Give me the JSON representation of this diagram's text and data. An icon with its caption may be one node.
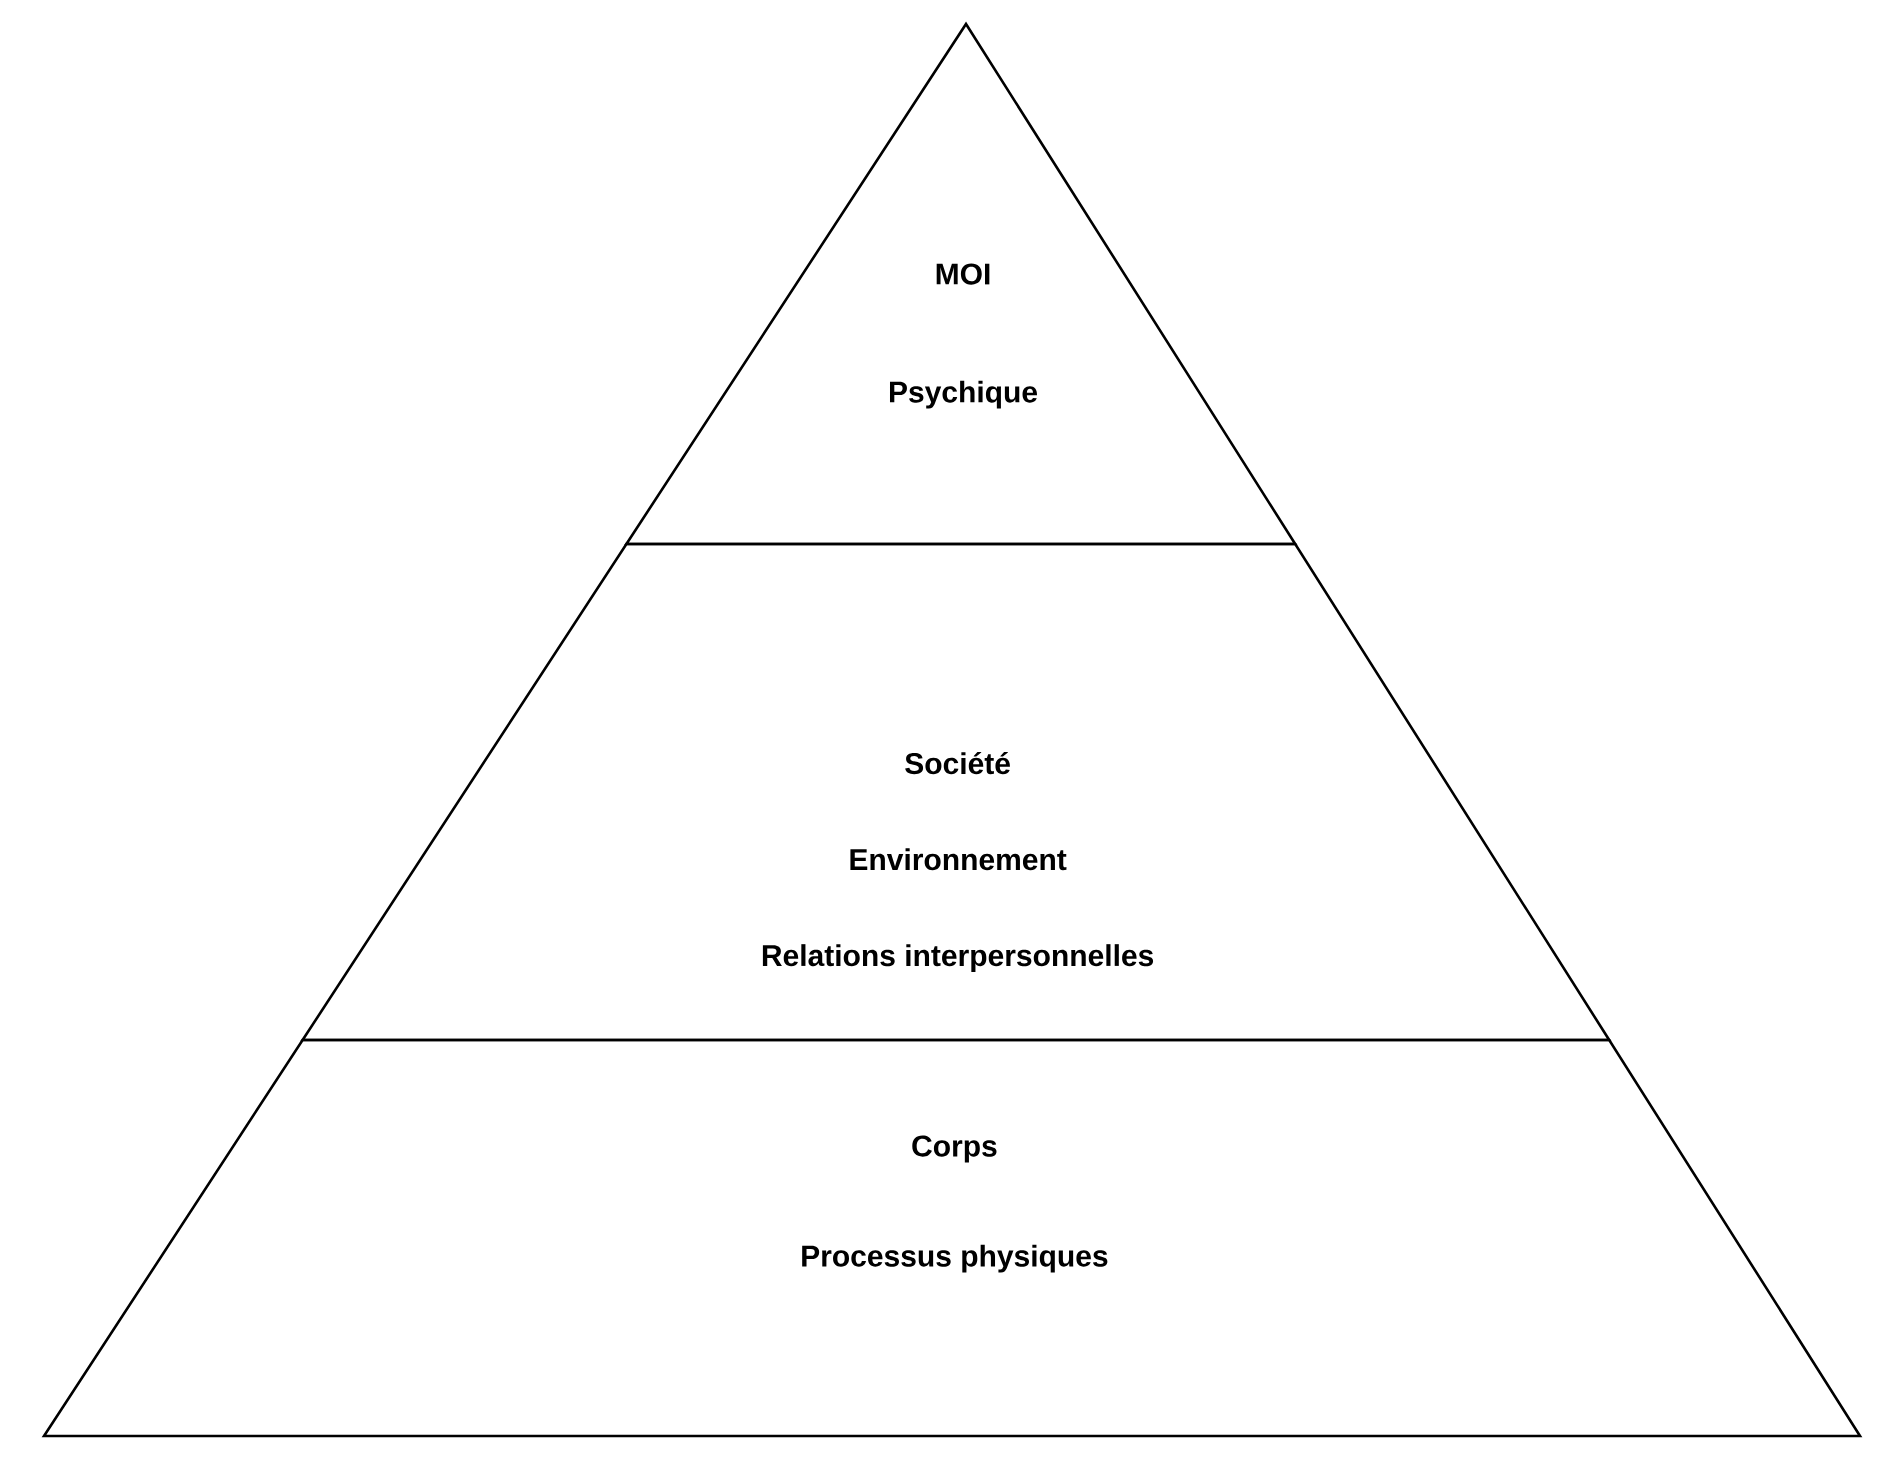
{
  "diagram": {
    "nodes": [
      {
        "text": [
          "MOI",
          "Psychique"
        ]
      },
      {
        "text": [
          "Société",
          "Environnement",
          "Relations interpersonnelles"
        ]
      },
      {
        "text": [
          "Corps",
          "Processus physiques"
        ]
      }
    ]
  }
}
